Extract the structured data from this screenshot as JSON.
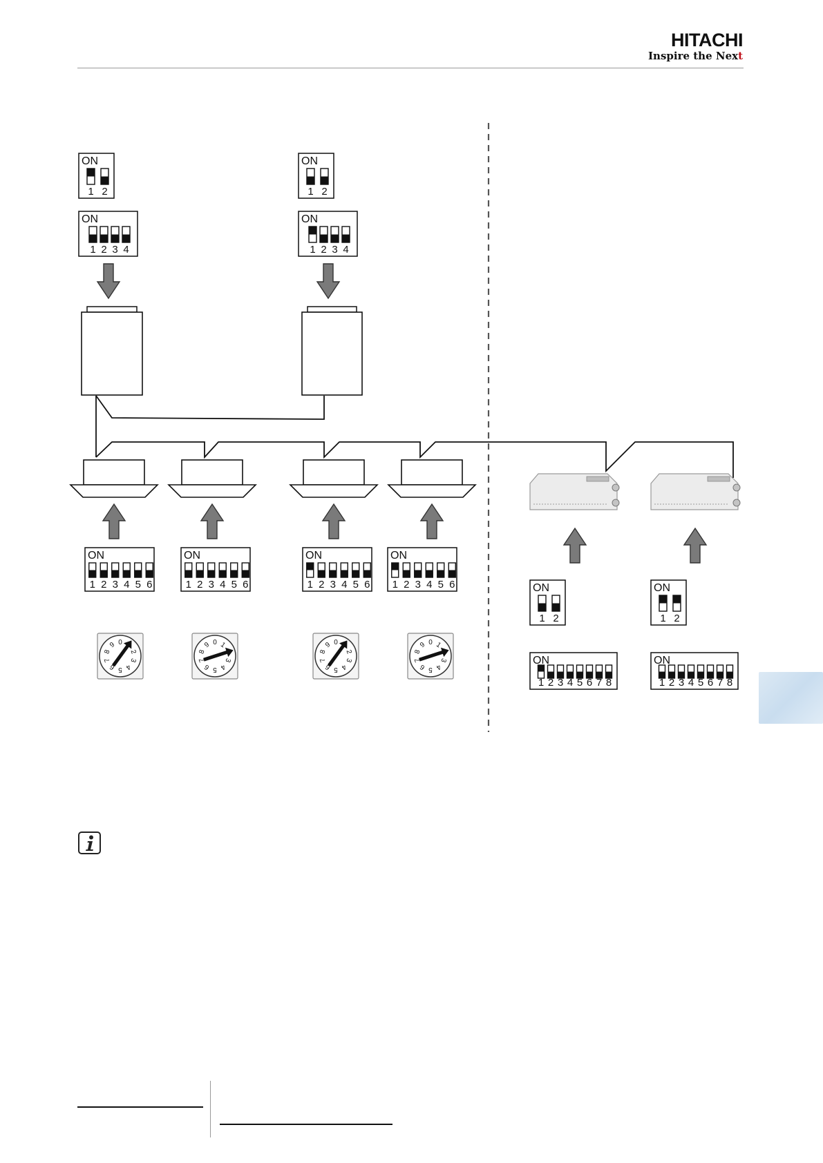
{
  "brand": {
    "name": "HITACHI",
    "tagline_main": "Inspire the Nex",
    "tagline_end": "t"
  },
  "dip_labels": {
    "on": "ON",
    "positions_2": [
      "1",
      "2"
    ],
    "positions_4": [
      "1",
      "2",
      "3",
      "4"
    ],
    "positions_6": [
      "1",
      "2",
      "3",
      "4",
      "5",
      "6"
    ],
    "positions_8": [
      "1",
      "2",
      "3",
      "4",
      "5",
      "6",
      "7",
      "8"
    ]
  },
  "outdoor_units": [
    {
      "dsw_2pin_on": [
        true,
        false
      ],
      "dsw_4pin_on": [
        false,
        false,
        false,
        false
      ]
    },
    {
      "dsw_2pin_on": [
        false,
        false
      ],
      "dsw_4pin_on": [
        true,
        false,
        false,
        false
      ]
    }
  ],
  "indoor_units": [
    {
      "dsw_6pin_on": [
        false,
        false,
        false,
        false,
        false,
        false
      ],
      "rotary_setting": "1"
    },
    {
      "dsw_6pin_on": [
        false,
        false,
        false,
        false,
        false,
        false
      ],
      "rotary_setting": "2"
    },
    {
      "dsw_6pin_on": [
        true,
        false,
        false,
        false,
        false,
        false
      ],
      "rotary_setting": "1"
    },
    {
      "dsw_6pin_on": [
        true,
        false,
        false,
        false,
        false,
        false
      ],
      "rotary_setting": "2"
    }
  ],
  "kpi_units": [
    {
      "dsw_2pin_on": [
        false,
        false
      ],
      "dsw_8pin_on": [
        true,
        false,
        false,
        false,
        false,
        false,
        false,
        false
      ]
    },
    {
      "dsw_2pin_on": [
        true,
        true
      ],
      "dsw_8pin_on": [
        false,
        false,
        false,
        false,
        false,
        false,
        false,
        false
      ]
    }
  ],
  "rotary_dial_digits": [
    "0",
    "1",
    "2",
    "3",
    "4",
    "5",
    "6",
    "7",
    "8",
    "9"
  ],
  "colors": {
    "arrow_fill": "#7a7a7a",
    "line": "#111111",
    "divider": "#555555",
    "brand_accent": "#c0101a"
  }
}
